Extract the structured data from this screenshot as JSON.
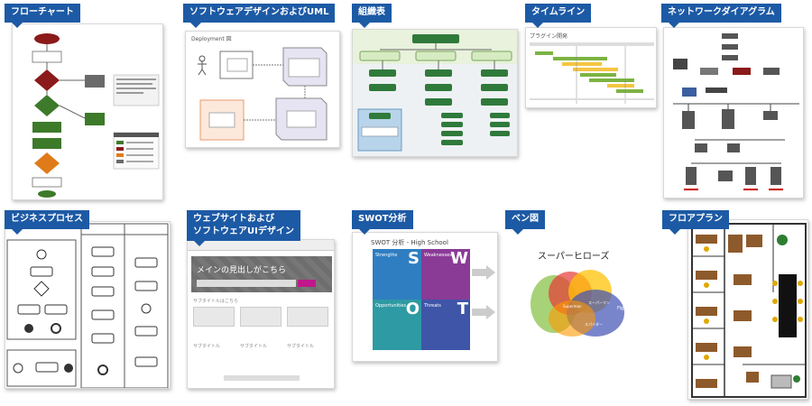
{
  "tiles": [
    {
      "title": "フローチャート"
    },
    {
      "title": "ソフトウェアデザインおよびUML",
      "subtitle": "Deployment 図"
    },
    {
      "title": "組織表"
    },
    {
      "title": "タイムライン",
      "subtitle": "プラグイン開発"
    },
    {
      "title": "ネットワークダイアグラム"
    },
    {
      "title": "ビジネスプロセス"
    },
    {
      "title_lines": [
        "ウェブサイトおよび",
        "ソフトウェアUIデザイン"
      ],
      "hero_text": "メインの見出しがこちら",
      "section_label": "サブタイトルはこちら",
      "column_heading": "サブタイトル"
    },
    {
      "title": "SWOT分析",
      "subtitle": "SWOT 分析 - High School",
      "letters": [
        "S",
        "W",
        "O",
        "T"
      ],
      "quadrant_titles": [
        "Strengths",
        "Weaknesses",
        "Opportunities",
        "Threats"
      ]
    },
    {
      "title": "ベン図",
      "subtitle": "スーパーヒローズ",
      "circle_labels": [
        "Fights Crime",
        "Superman",
        "スーパーマン",
        "スパイダー"
      ]
    },
    {
      "title": "フロアプラン"
    }
  ],
  "colors": {
    "label_bg": "#1d5aa5",
    "swot_s": "#2f7ec1",
    "swot_w": "#8a3b96",
    "swot_o": "#2e9aa3",
    "swot_t": "#3f55a8"
  }
}
